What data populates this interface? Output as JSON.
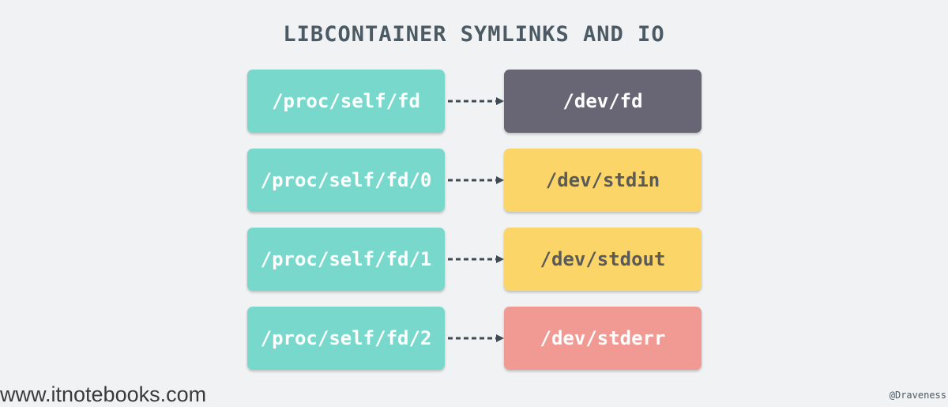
{
  "title": "LIBCONTAINER SYMLINKS AND IO",
  "links": [
    {
      "source": "/proc/self/fd",
      "target": "/dev/fd",
      "source_color": "#79d8cc",
      "source_text_color": "#ffffff",
      "target_color": "#686674",
      "target_text_color": "#ffffff"
    },
    {
      "source": "/proc/self/fd/0",
      "target": "/dev/stdin",
      "source_color": "#79d8cc",
      "source_text_color": "#ffffff",
      "target_color": "#fbd568",
      "target_text_color": "#5a5a5a"
    },
    {
      "source": "/proc/self/fd/1",
      "target": "/dev/stdout",
      "source_color": "#79d8cc",
      "source_text_color": "#ffffff",
      "target_color": "#fbd568",
      "target_text_color": "#5a5a5a"
    },
    {
      "source": "/proc/self/fd/2",
      "target": "/dev/stderr",
      "source_color": "#79d8cc",
      "source_text_color": "#ffffff",
      "target_color": "#f19a93",
      "target_text_color": "#ffffff"
    }
  ],
  "arrow_color": "#3f4a52",
  "watermark": "www.itnotebooks.com",
  "credit": "@Draveness"
}
